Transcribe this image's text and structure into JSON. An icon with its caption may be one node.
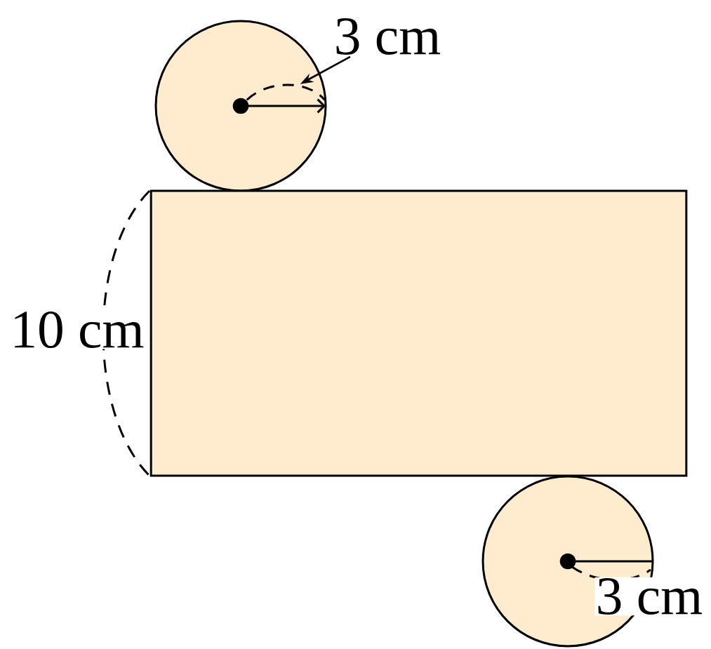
{
  "diagram": {
    "nodes": [
      {
        "text": [],
        "shape": "circle"
      },
      {
        "text": [],
        "shape": "box"
      },
      {
        "text": [],
        "shape": "circle"
      },
      {
        "text": [
          "3 cm"
        ]
      },
      {
        "text": [],
        "shape": "arc",
        "in": 0
      }
    ],
    "edges": [
      {
        "from": 3,
        "to": 4,
        "arrow": "to"
      }
    ],
    "labels": [
      "10 cm",
      "3 cm"
    ]
  }
}
